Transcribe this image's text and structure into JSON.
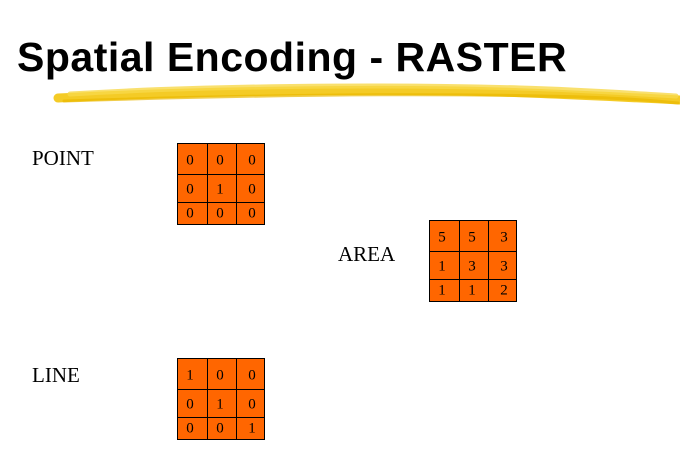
{
  "title": "Spatial Encoding - RASTER",
  "colors": {
    "cell_fill": "#ff6600",
    "highlighter": "#f2c200"
  },
  "grids": {
    "point": {
      "label": "POINT",
      "cells": [
        [
          "0",
          "0",
          "0"
        ],
        [
          "0",
          "1",
          "0"
        ],
        [
          "0",
          "0",
          "0"
        ]
      ]
    },
    "area": {
      "label": "AREA",
      "cells": [
        [
          "5",
          "5",
          "3"
        ],
        [
          "1",
          "3",
          "3"
        ],
        [
          "1",
          "1",
          "2"
        ]
      ]
    },
    "line": {
      "label": "LINE",
      "cells": [
        [
          "1",
          "0",
          "0"
        ],
        [
          "0",
          "1",
          "0"
        ],
        [
          "0",
          "0",
          "1"
        ]
      ]
    }
  }
}
